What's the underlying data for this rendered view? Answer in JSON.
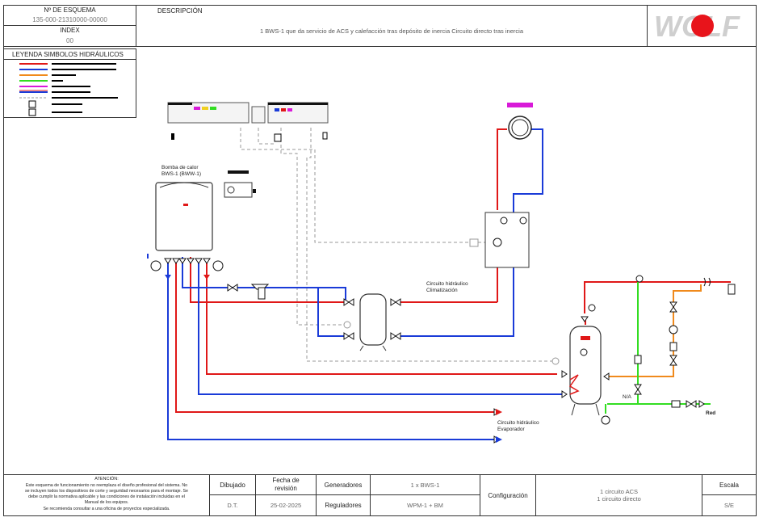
{
  "header": {
    "esquema_label": "Nº DE ESQUEMA",
    "esquema_value": "135-000-21310000-00000",
    "index_label": "INDEX",
    "index_value": "00",
    "descripcion_label": "DESCRIPCIÓN",
    "descripcion_value": "1 BWS-1 que da servicio de ACS y calefacción tras depósito de inercia Circuito directo tras inercia",
    "leyenda_label": "LEYENDA SIMBOLOS HIDRÁULICOS",
    "logo_text": "WOLF"
  },
  "colors": {
    "red": "#e01818",
    "blue": "#1a3bd8",
    "orange": "#f08a1c",
    "green": "#33dd22",
    "magenta": "#d81ad8",
    "dashed": "#999999"
  },
  "diagram": {
    "bomba_label_1": "Bomba de calor",
    "bomba_label_2": "BWS-1 (BWW-1)",
    "clim_label_1": "Circuito hidráulico",
    "clim_label_2": "Climatización",
    "evap_label_1": "Circuito hidráulico",
    "evap_label_2": "Evaporador",
    "na_label": "N/A",
    "red_label": "Red"
  },
  "footer": {
    "atencion_title": "ATENCIÓN:",
    "atencion_text_1": "Este esquema de funcionamiento no reemplaza el diseño profesional del sistema. No",
    "atencion_text_2": "se incluyen todos los dispositivos de corte y seguridad necesarios para el montaje. Se",
    "atencion_text_3": "debe cumplir la normativa aplicable y las condiciones de instalación incluidas en el",
    "atencion_text_4": "Manual de los equipos.",
    "atencion_text_5": "Se recomienda consultar a una oficina de proyectos especializada.",
    "dibujado_label": "Dibujado",
    "dibujado_value": "D.T.",
    "fecha_label_1": "Fecha de",
    "fecha_label_2": "revisión",
    "fecha_value": "25-02-2025",
    "generadores_label": "Generadores",
    "generadores_value": "1 x BWS-1",
    "reguladores_label": "Reguladores",
    "reguladores_value": "WPM-1 + BM",
    "configuracion_label": "Configuración",
    "config_value_1": "1 circuito ACS",
    "config_value_2": "1 circuito directo",
    "escala_label": "Escala",
    "escala_value": "S/E"
  }
}
